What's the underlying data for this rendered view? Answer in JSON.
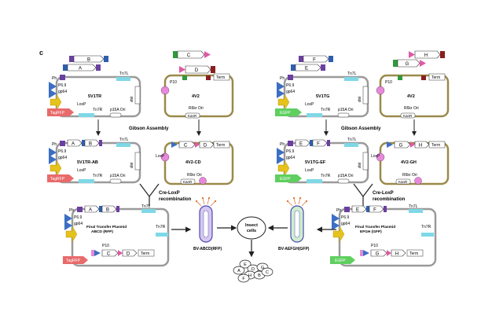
{
  "panel_label": "c",
  "colors": {
    "purple": "#6b3fa0",
    "blue": "#2e5fae",
    "pink": "#e05aa5",
    "green": "#2f9a3a",
    "red_brown": "#8b1e1e",
    "cyan": "#7fd8e6",
    "olive": "#9a8a4a",
    "gold": "#e6c21c",
    "tagrfp": "#e86a6a",
    "egfp": "#5fcf5f",
    "loxp": "#e58ad8",
    "tri_blue": "#3b6fc4",
    "virus_rfp": "#d7c7f0",
    "virus_gfp": "#cfeecf",
    "spike": "#e07a3a"
  },
  "labels": {
    "ph": "Ph",
    "p69": "P6.9",
    "gp64": "gp64",
    "loxp": "LoxP",
    "tn7l": "Tn7L",
    "tn7r": "Tn7R",
    "p15a": "p15A Ori",
    "r6k": "R6kr Ori",
    "kanr": "KanR",
    "p10": "P10",
    "dhfr": "dhfr",
    "tagrfp": "TagRFP",
    "egfp": "EGFP",
    "term": "Term"
  },
  "plasmids": {
    "v1": "5V1TR",
    "v2": "4V2",
    "v3": "5V1TG",
    "v4": "4V2",
    "v1b": "5V1TR-AB",
    "v2b": "4V2-CD",
    "v3b": "5V1TG-EF",
    "v4b": "4V2-GH"
  },
  "genes": {
    "A": "A",
    "B": "B",
    "C": "C",
    "D": "D",
    "E": "E",
    "F": "F",
    "G": "G",
    "H": "H"
  },
  "steps": {
    "gibson": "Gibson Assembly",
    "cre": "Cre-LoxP",
    "recomb": "recombination"
  },
  "final": {
    "left_title1": "Final Transfer Plasmid",
    "left_title2": "ABCD (RFP)",
    "right_title1": "Final Transfer Plasmid",
    "right_title2": "EFGH (GFP)"
  },
  "viruses": {
    "left": "BV-ABCD(RFP)",
    "right": "BV-AEFGH(GFP)"
  },
  "cells": {
    "line1": "Insect",
    "line2": "cells"
  },
  "complex_letters": [
    "E",
    "D",
    "G",
    "A",
    "H",
    "B",
    "C",
    "F"
  ]
}
